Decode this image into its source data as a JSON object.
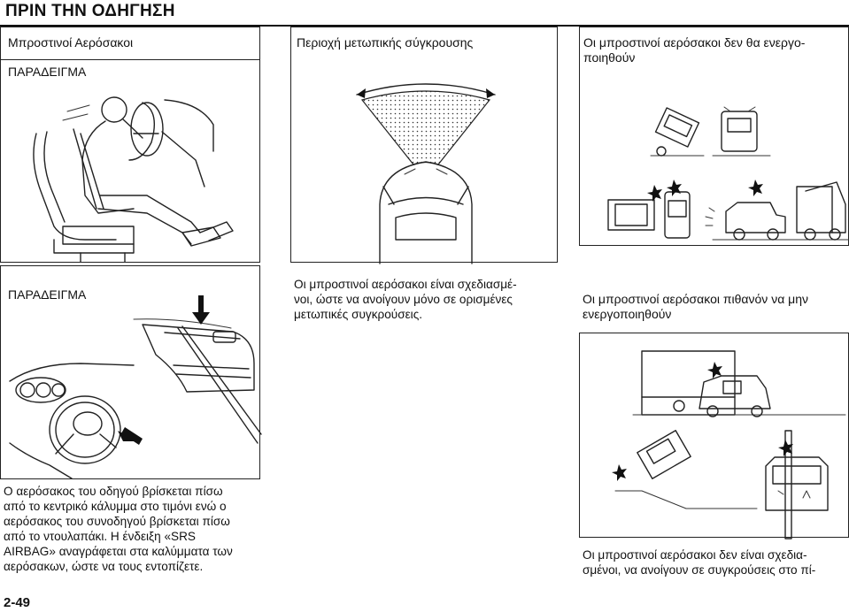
{
  "page": {
    "title": "ΠΡΙΝ ΤΗΝ ΟΔΗΓΗΣΗ",
    "page_number": "2-49"
  },
  "col1": {
    "heading": "Μπροστινοί Αερόσακοι",
    "example_label_1": "ΠΑΡΑΔΕΙΓΜΑ",
    "example_label_2": "ΠΑΡΑΔΕΙΓΜΑ",
    "body_lines": [
      "Ο αερόσακος του οδηγού βρίσκεται πίσω",
      "από το κεντρικό κάλυμμα στο τιμόνι ενώ ο",
      "αερόσακος του συνοδηγού βρίσκεται πίσω",
      "από το ντουλαπάκι. Η ένδειξη «SRS",
      "AIRBAG» αναγράφεται στα καλύμματα των",
      "αερόσακων, ώστε να τους εντοπίζετε."
    ]
  },
  "col2": {
    "heading": "Περιοχή μετωπικής σύγκρουσης",
    "body_lines": [
      "Οι μπροστινοί αερόσακοι είναι σχεδιασμέ-",
      "νοι, ώστε να ανοίγουν μόνο σε ορισμένες",
      "μετωπικές συγκρούσεις."
    ]
  },
  "col3": {
    "heading_lines": [
      "Οι μπροστινοί αερόσακοι δεν θα ενεργο-",
      "ποιηθούν"
    ],
    "heading2_lines": [
      "Οι μπροστινοί αερόσακοι πιθανόν να μην",
      "ενεργοποιηθούν"
    ],
    "body_lines": [
      "Οι μπροστινοί αερόσακοι δεν είναι σχεδια-",
      "σμένοι, να ανοίγουν σε συγκρούσεις στο πί-"
    ]
  }
}
